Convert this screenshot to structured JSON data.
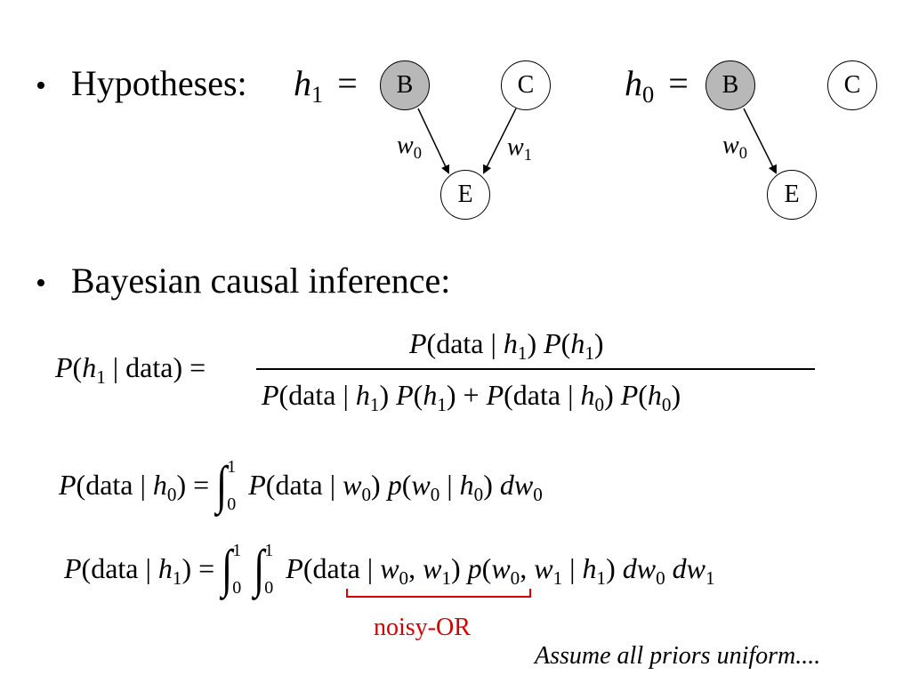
{
  "bullets": {
    "hypotheses_label": "Hypotheses:",
    "inference_label": "Bayesian causal inference:"
  },
  "graphs": {
    "h1": {
      "symbol": "h",
      "index": "1",
      "equals": "=",
      "nodes": {
        "b": "B",
        "c": "C",
        "e": "E"
      },
      "edges": [
        {
          "from": "B",
          "to": "E",
          "weight": "w",
          "weight_index": "0"
        },
        {
          "from": "C",
          "to": "E",
          "weight": "w",
          "weight_index": "1"
        }
      ]
    },
    "h0": {
      "symbol": "h",
      "index": "0",
      "equals": "=",
      "nodes": {
        "b": "B",
        "c": "C",
        "e": "E"
      },
      "edges": [
        {
          "from": "B",
          "to": "E",
          "weight": "w",
          "weight_index": "0"
        }
      ]
    }
  },
  "equations": {
    "posterior": {
      "lhs": "P(h1 | data) =",
      "numerator": "P(data | h1) P(h1)",
      "denominator": "P(data | h1) P(h1) + P(data | h0) P(h0)"
    },
    "marginal_h0": "P(data | h0) = ∫₀¹ P(data | w0) p(w0 | h0) dw0",
    "marginal_h1": "P(data | h1) = ∫₀¹ ∫₀¹ P(data | w0, w1) p(w0, w1 | h1) dw0 dw1",
    "noisy_or_label": "noisy-OR",
    "highlight_color": "#d40000"
  },
  "footnote": "Assume all priors uniform...."
}
